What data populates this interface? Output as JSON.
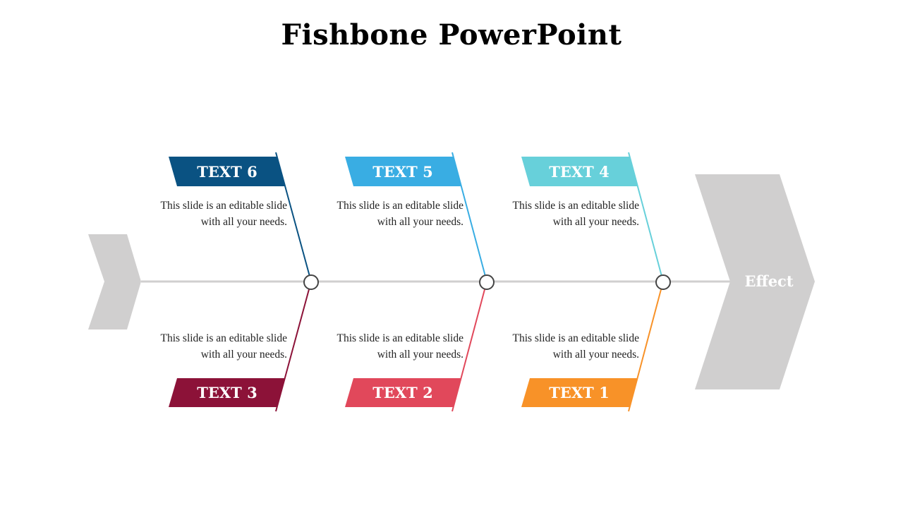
{
  "title": "Fishbone PowerPoint",
  "effect_label": "Effect",
  "colors": {
    "spine": "#d0cfcf",
    "head": "#d0cfcf",
    "text6": "#0a5282",
    "text5": "#39ade3",
    "text4": "#67d0da",
    "text3": "#8c1238",
    "text2": "#e1485b",
    "text1": "#f89228"
  },
  "top_branches": [
    {
      "label": "TEXT 6",
      "description": "This slide is an editable slide with all your needs."
    },
    {
      "label": "TEXT 5",
      "description": "This slide is an editable slide with all your needs."
    },
    {
      "label": "TEXT 4",
      "description": "This slide is an editable slide with all your needs."
    }
  ],
  "bottom_branches": [
    {
      "label": "TEXT 3",
      "description": "This slide is an editable slide with all your needs."
    },
    {
      "label": "TEXT 2",
      "description": "This slide is an editable slide with all your needs."
    },
    {
      "label": "TEXT 1",
      "description": "This slide is an editable slide with all your needs."
    }
  ]
}
